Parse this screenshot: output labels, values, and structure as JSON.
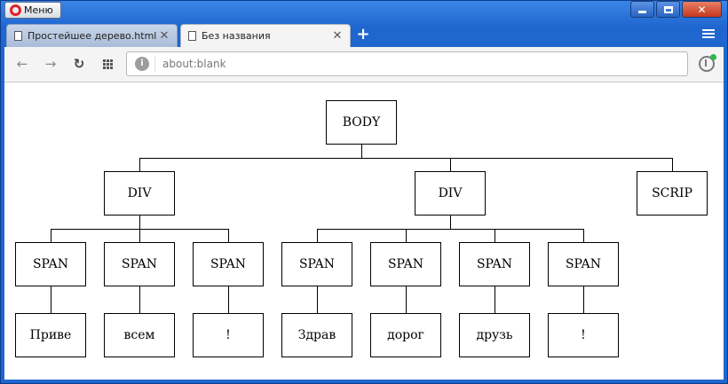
{
  "window": {
    "menu_label": "Меню"
  },
  "tabs": [
    {
      "title": "Простейшее дерево.html",
      "active": false
    },
    {
      "title": "Без названия",
      "active": true
    }
  ],
  "toolbar": {
    "address": "about:blank"
  },
  "tree": {
    "root": "BODY",
    "level1": [
      "DIV",
      "DIV",
      "SCRIP"
    ],
    "level2": [
      "SPAN",
      "SPAN",
      "SPAN",
      "SPAN",
      "SPAN",
      "SPAN",
      "SPAN"
    ],
    "level3": [
      "Приве",
      "всем",
      "!",
      "Здрав",
      "дорог",
      "друзь",
      "!"
    ]
  },
  "colors": {
    "frame": "#1c62c8",
    "close_button": "#c6371c",
    "opera_red": "#e3202a"
  }
}
